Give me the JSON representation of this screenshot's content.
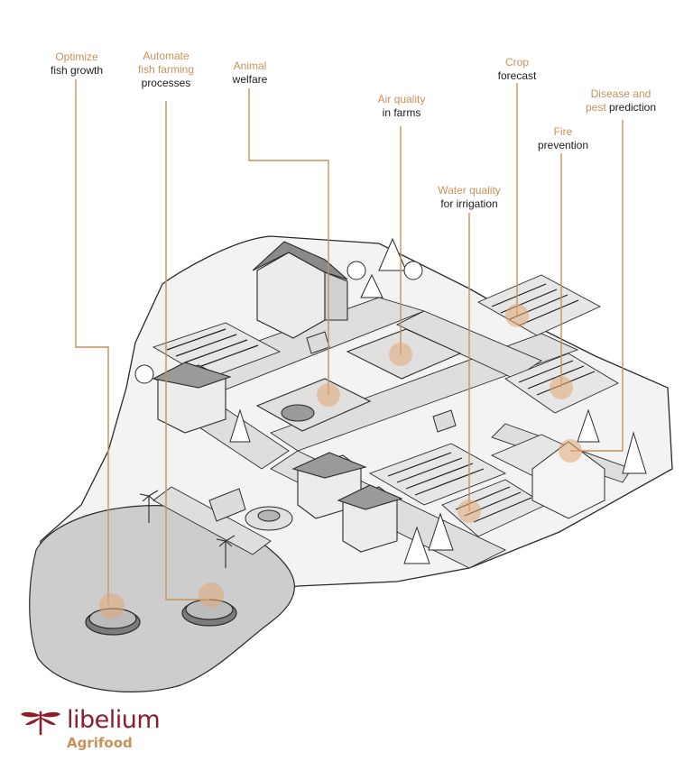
{
  "labels": {
    "fish_growth": {
      "line1": "Optimize",
      "line2": "fish growth"
    },
    "fish_farming": {
      "line1": "Automate",
      "line2": "fish farming",
      "line3": "processes"
    },
    "animal_welfare": {
      "line1": "Animal",
      "line2": "welfare"
    },
    "air_quality": {
      "line1": "Air quality",
      "line2": "in farms"
    },
    "water_quality": {
      "line1": "Water quality",
      "line2": "for irrigation"
    },
    "crop_forecast": {
      "line1": "Crop",
      "line2": "forecast"
    },
    "fire": {
      "line1": "Fire",
      "line2": "prevention"
    },
    "disease": {
      "line1": "Disease and",
      "line2a": "pest",
      "line2b": "prediction"
    }
  },
  "brand": {
    "name": "libelium",
    "sub": "Agrifood",
    "icon": "dragonfly-icon"
  },
  "colors": {
    "accent": "#c8915a",
    "brand": "#8c1e2c",
    "ground": "#f1f1f1",
    "road": "#dcdcdc",
    "water": "#c8c8c8"
  }
}
